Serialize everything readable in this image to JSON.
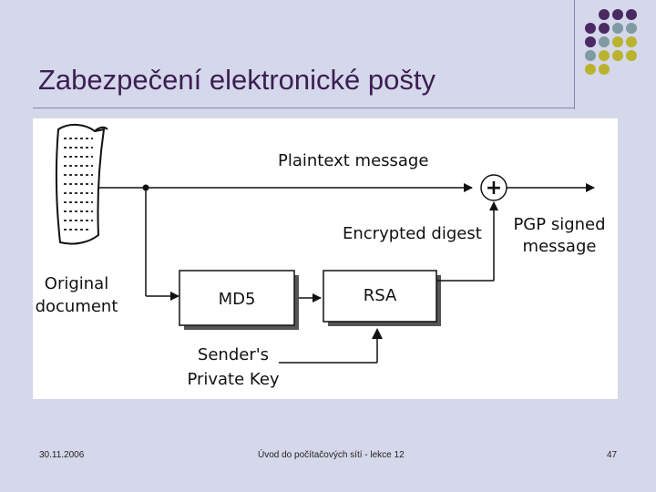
{
  "slide": {
    "title": "Zabezpečení elektronické pošty"
  },
  "diagram": {
    "labels": {
      "plaintext": "Plaintext message",
      "encrypted_digest": "Encrypted digest",
      "pgp_line1": "PGP signed",
      "pgp_line2": "message",
      "original_line1": "Original",
      "original_line2": "document",
      "md5": "MD5",
      "rsa": "RSA",
      "sender_line1": "Sender's",
      "sender_line2": "Private Key",
      "plus": "+"
    }
  },
  "footer": {
    "date": "30.11.2006",
    "center": "Úvod do počítačových sítí - lekce 12",
    "page": "47"
  },
  "colors": {
    "background": "#d5d7ea",
    "title": "#3b1f52",
    "dot_purple": "#4a2a62",
    "dot_teal": "#7f9aa3",
    "dot_olive": "#b9b32f"
  }
}
